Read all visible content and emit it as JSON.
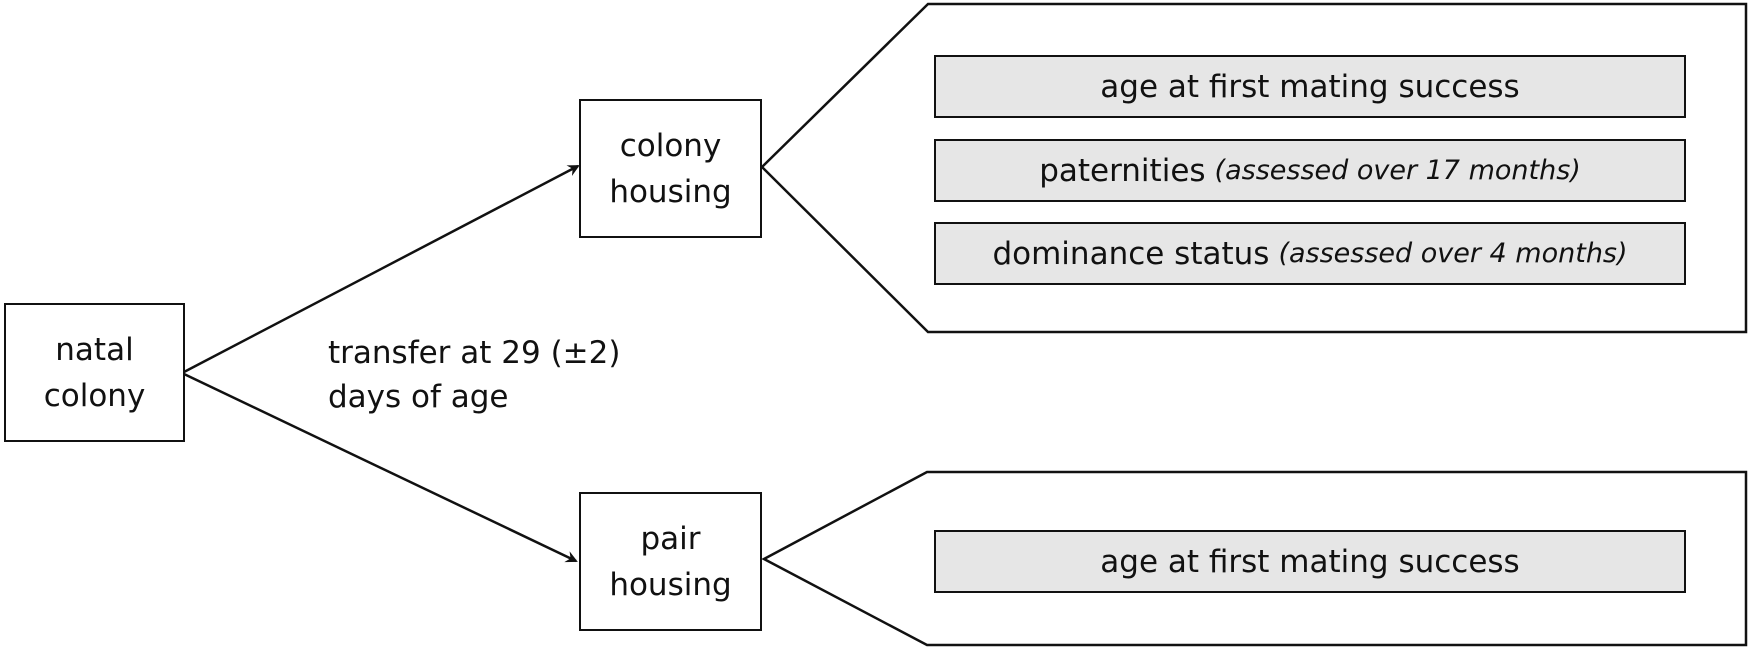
{
  "nodes": {
    "natal_colony": {
      "line1": "natal",
      "line2": "colony"
    },
    "colony_housing": {
      "line1": "colony",
      "line2": "housing"
    },
    "pair_housing": {
      "line1": "pair",
      "line2": "housing"
    }
  },
  "transfer_label": {
    "line1": "transfer at 29 (±2)",
    "line2": "days of age"
  },
  "colony_outcomes": [
    {
      "text": "age at first mating success",
      "note": ""
    },
    {
      "text": "paternities",
      "note": "(assessed over 17 months)"
    },
    {
      "text": "dominance status",
      "note": "(assessed over 4 months)"
    }
  ],
  "pair_outcomes": [
    {
      "text": "age at first mating success",
      "note": ""
    }
  ],
  "colors": {
    "stroke": "#111111",
    "outcome_fill": "#e6e6e6",
    "background": "#ffffff"
  }
}
